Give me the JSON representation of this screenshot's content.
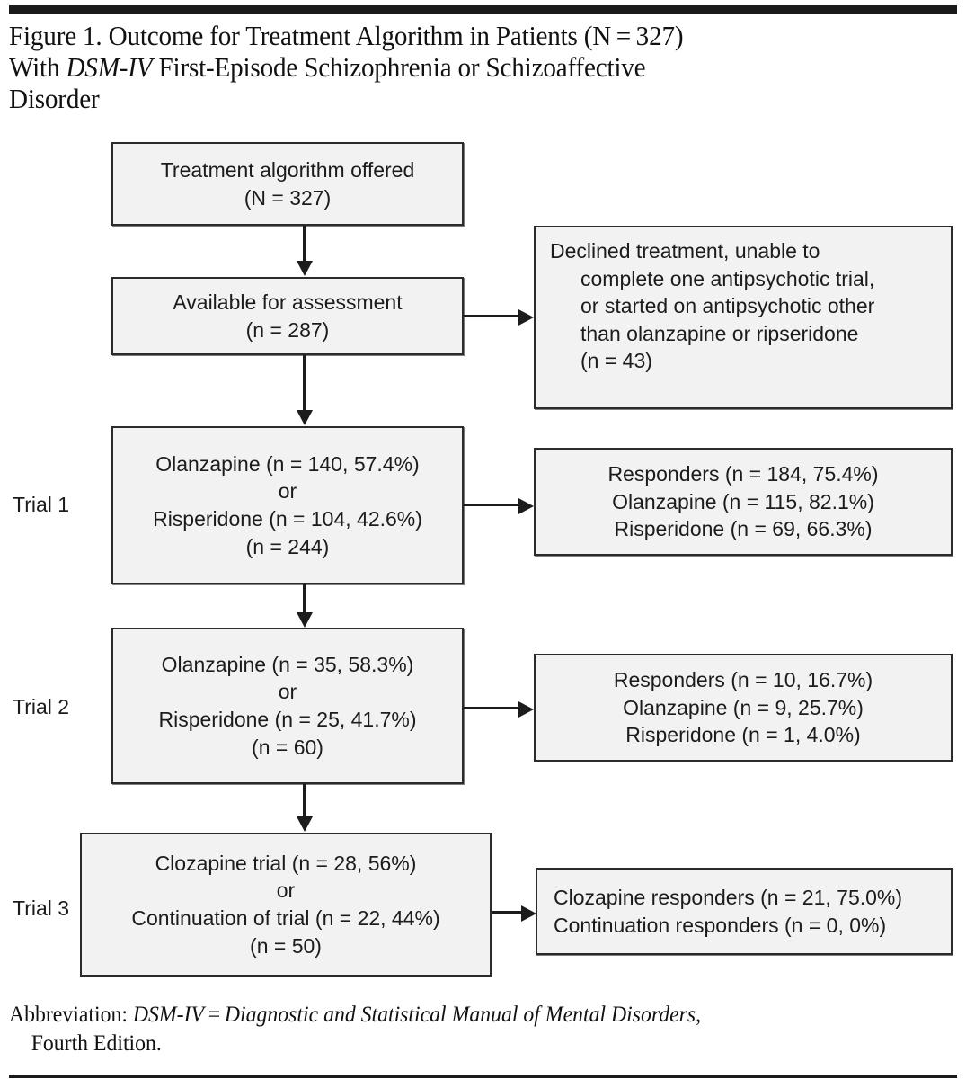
{
  "figure": {
    "title_line1_a": "Figure 1. Outcome for Treatment Algorithm in Patients (N = 327)",
    "title_line2_a": "With ",
    "title_line2_em": "DSM-IV",
    "title_line2_b": " First-Episode Schizophrenia or Schizoaffective",
    "title_line3": "Disorder"
  },
  "nodes": {
    "offered": {
      "line1": "Treatment algorithm offered",
      "line2": "(N = 327)"
    },
    "available": {
      "line1": "Available for assessment",
      "line2": "(n = 287)"
    },
    "declined": {
      "line1": "Declined treatment, unable to",
      "line2": "complete one antipsychotic trial,",
      "line3": "or started on antipsychotic other",
      "line4": "than olanzapine or ripseridone",
      "line5": "(n = 43)"
    },
    "trial1_box": {
      "line1": "Olanzapine (n = 140, 57.4%)",
      "line2": "or",
      "line3": "Risperidone (n = 104, 42.6%)",
      "line4": "(n = 244)"
    },
    "trial1_responders": {
      "line1": "Responders (n = 184, 75.4%)",
      "line2": "Olanzapine (n = 115, 82.1%)",
      "line3": "Risperidone (n = 69, 66.3%)"
    },
    "trial2_box": {
      "line1": "Olanzapine (n = 35, 58.3%)",
      "line2": "or",
      "line3": "Risperidone (n = 25, 41.7%)",
      "line4": "(n = 60)"
    },
    "trial2_responders": {
      "line1": "Responders (n = 10, 16.7%)",
      "line2": "Olanzapine (n = 9, 25.7%)",
      "line3": "Risperidone (n = 1, 4.0%)"
    },
    "trial3_box": {
      "line1": "Clozapine trial (n = 28, 56%)",
      "line2": "or",
      "line3": "Continuation of trial (n = 22, 44%)",
      "line4": "(n = 50)"
    },
    "trial3_responders": {
      "line1": "Clozapine responders (n = 21, 75.0%)",
      "line2": "Continuation responders (n = 0, 0%)"
    }
  },
  "labels": {
    "trial1": "Trial 1",
    "trial2": "Trial 2",
    "trial3": "Trial 3"
  },
  "footer": {
    "abbrev_prefix": "Abbreviation: ",
    "abbrev_term": "DSM-IV",
    "abbrev_eq": " = ",
    "abbrev_expansion": "Diagnostic and Statistical Manual of Mental Disorders",
    "abbrev_tail": ",",
    "abbrev_cont": "Fourth Edition."
  },
  "colors": {
    "box_fill": "#f2f2f2",
    "box_border": "#2b2b2b",
    "ink": "#1a1a1a",
    "page": "#ffffff"
  }
}
